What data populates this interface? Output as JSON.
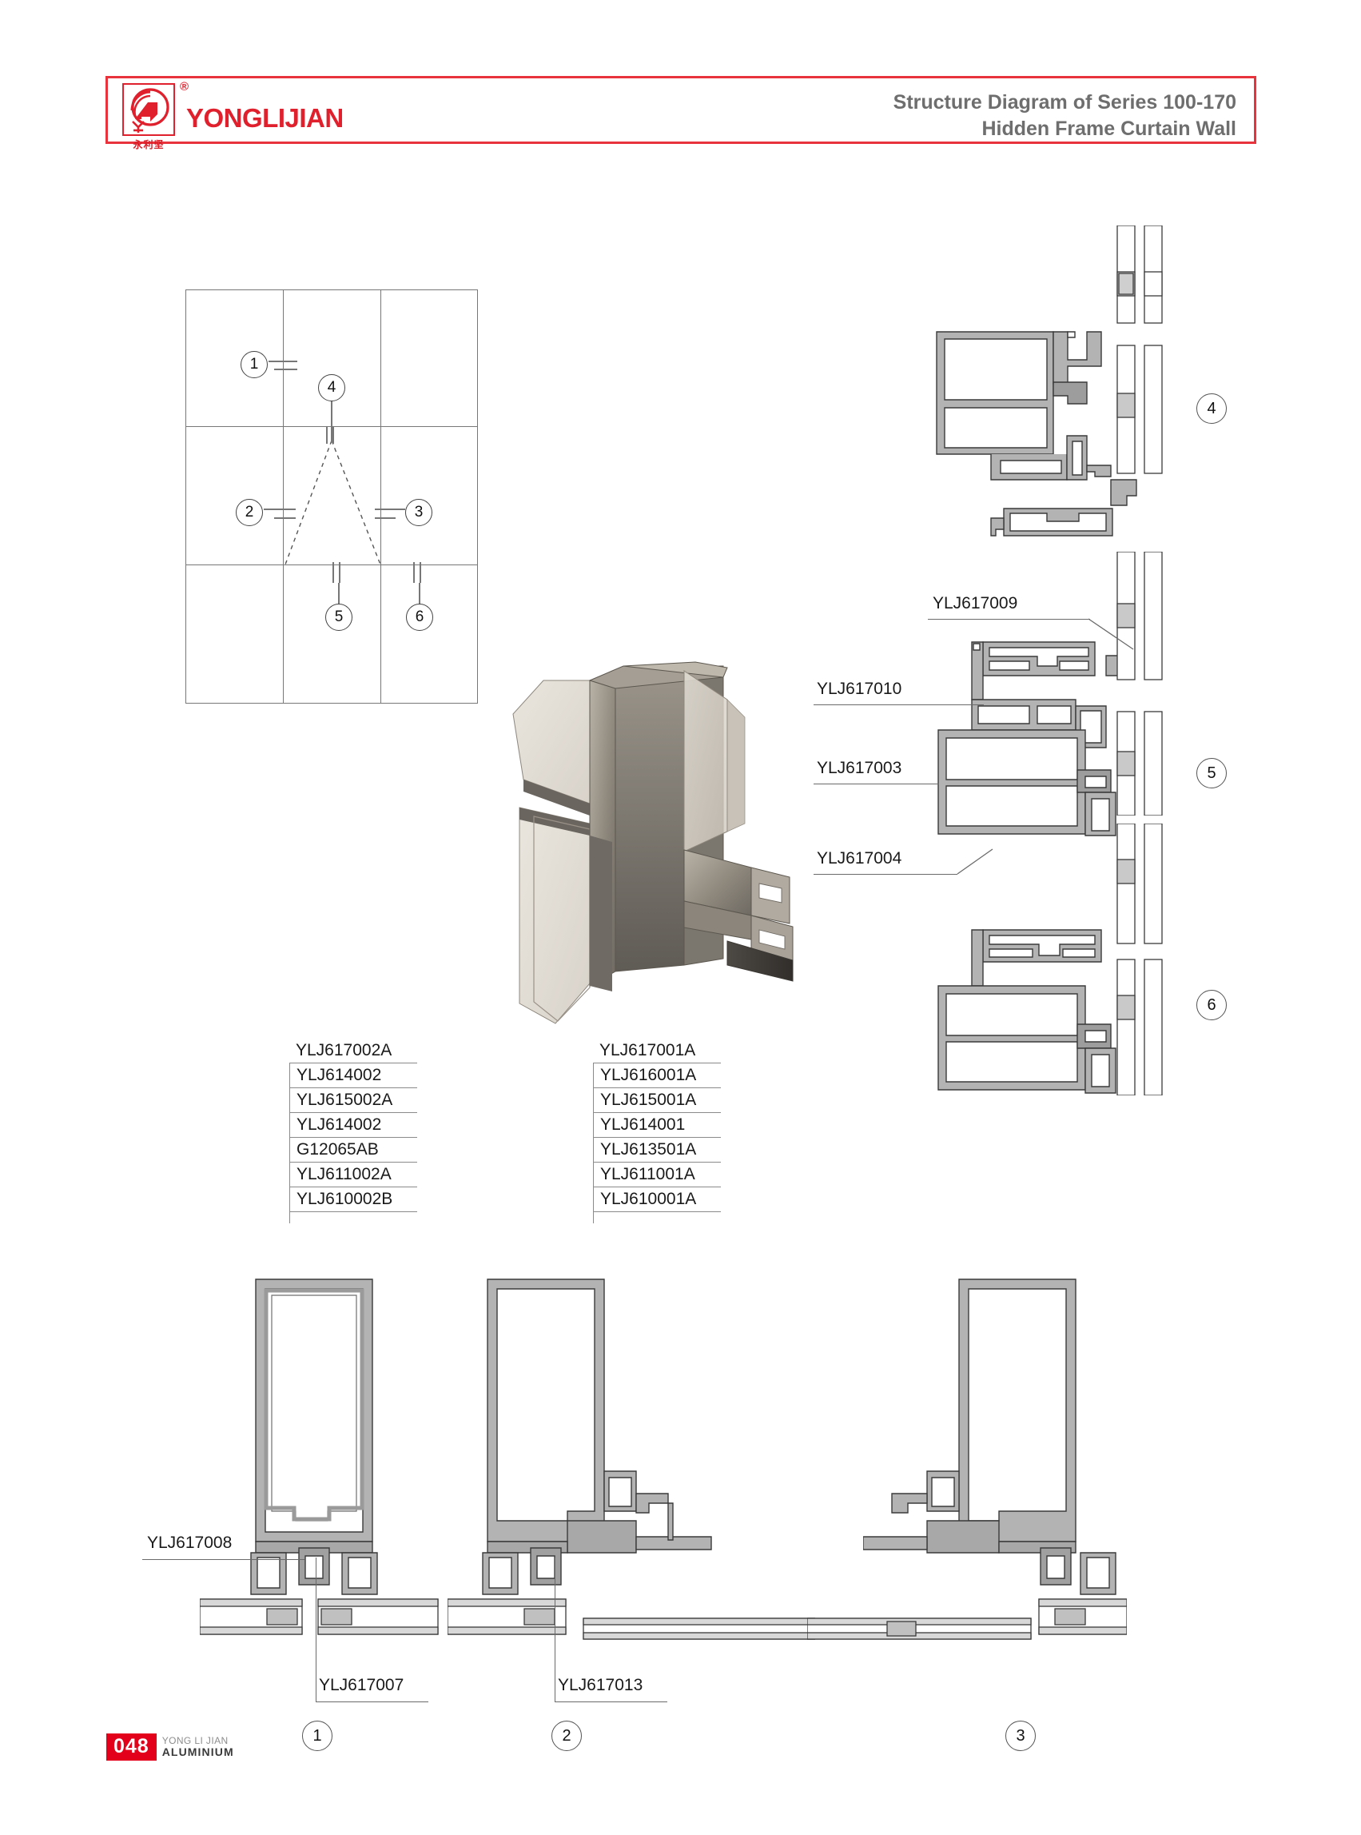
{
  "header": {
    "brand_word": "YONGLIJIAN",
    "brand_cn": "永利坚",
    "registered_mark": "®",
    "title_line1": "Structure Diagram of Series 100-170",
    "title_line2": "Hidden Frame Curtain Wall"
  },
  "elevation": {
    "markers": [
      {
        "id": "1",
        "label": "1"
      },
      {
        "id": "2",
        "label": "2"
      },
      {
        "id": "3",
        "label": "3"
      },
      {
        "id": "4",
        "label": "4"
      },
      {
        "id": "5",
        "label": "5"
      },
      {
        "id": "6",
        "label": "6"
      }
    ]
  },
  "right_details": {
    "bubbles": [
      {
        "label": "4"
      },
      {
        "label": "5"
      },
      {
        "label": "6"
      }
    ],
    "labels": [
      {
        "text": "YLJ617009"
      },
      {
        "text": "YLJ617010"
      },
      {
        "text": "YLJ617003"
      },
      {
        "text": "YLJ617004"
      }
    ]
  },
  "parts_list_left": {
    "top": "YLJ617002A",
    "rows": [
      "YLJ614002",
      "YLJ615002A",
      "YLJ614002",
      "G12065AB",
      "YLJ611002A",
      "YLJ610002B"
    ]
  },
  "parts_list_right": {
    "top": "YLJ617001A",
    "rows": [
      "YLJ616001A",
      "YLJ615001A",
      "YLJ614001",
      "YLJ613501A",
      "YLJ611001A",
      "YLJ610001A"
    ]
  },
  "bottom_details": {
    "labels": [
      {
        "text": "YLJ617008"
      },
      {
        "text": "YLJ617007"
      },
      {
        "text": "YLJ617013"
      }
    ],
    "bubbles": [
      {
        "label": "1"
      },
      {
        "label": "2"
      },
      {
        "label": "3"
      }
    ]
  },
  "footer": {
    "page": "048",
    "line1": "YONG LI JIAN",
    "line2": "ALUMINIUM"
  },
  "colors": {
    "brand_red": "#e0202c",
    "title_gray": "#6e6e6e",
    "line_gray": "#777777",
    "metal_fill": "#a8a8a8",
    "metal_light": "#ffffff"
  }
}
